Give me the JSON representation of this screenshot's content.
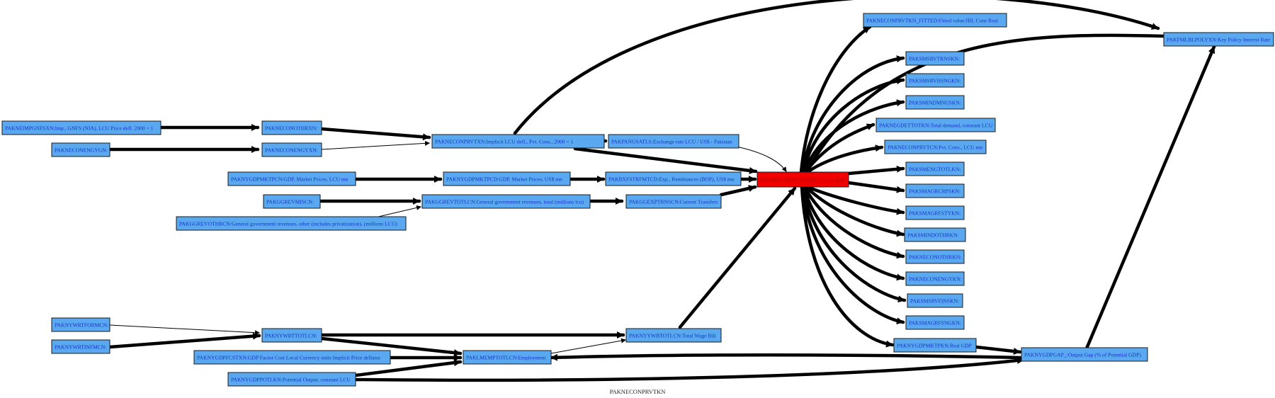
{
  "caption": "PAKNECONPRVTKN",
  "nodes": [
    {
      "id": "n_impgnfs",
      "label": "PAKNEIMPGNFSXN:Imp., GNFS (NIA), LCU Price defl. 2000 = 1"
    },
    {
      "id": "n_conothrxn",
      "label": "PAKNECONOTHRXN:"
    },
    {
      "id": "n_conengygn",
      "label": "PAKNECONENGYGN:"
    },
    {
      "id": "n_conengyxn",
      "label": "PAKNECONENGYXN:"
    },
    {
      "id": "n_conprvtxn",
      "label": "PAKNECONPRVTXN:Implicit LCU defl., Pvt. Cons., 2000 = 1"
    },
    {
      "id": "n_panusatls",
      "label": "PAKPANUSATLS:Exchange rate LCU / US$ - Pakistan"
    },
    {
      "id": "n_center",
      "label": "PAKNECONPRVTKN:Priv. Cons Real",
      "center": true
    },
    {
      "id": "n_gdpmktpcn",
      "label": "PAKNYGDPMKTPCN:GDP, Market Prices, LCU mn"
    },
    {
      "id": "n_gdpmktpcd",
      "label": "PAKNYGDPMKTPCD:GDP, Market Prices, US$ mn"
    },
    {
      "id": "n_bxfstr",
      "label": "PAKBXFSTRFMTCD:Exp., Remittances (BOP), US$ mn"
    },
    {
      "id": "n_ggrevmiscn",
      "label": "PAKGGREVMISCN:"
    },
    {
      "id": "n_ggrevtotlcn",
      "label": "PAKGGREVTOTLCN:General government revenues, total (millions lcu)"
    },
    {
      "id": "n_ggexptrn",
      "label": "PAKGGEXPTRNSCN:Current Transfers"
    },
    {
      "id": "n_ggrevothr",
      "label": "PAKGGREVOTHRCN:General government revenues, other (includes privatization), (millions LCU)"
    },
    {
      "id": "n_wrtform",
      "label": "PAKNYWRTFORMCN:"
    },
    {
      "id": "n_wrtinfm",
      "label": "PAKNYWRTINFMCN:"
    },
    {
      "id": "n_wrttotl",
      "label": "PAKNYWRTTOTLCN:"
    },
    {
      "id": "n_gdpfcst",
      "label": "PAKNYGDPFCSTXN:GDP Factor Cost Local Currency units Implicit Price deflator"
    },
    {
      "id": "n_gdppotl",
      "label": "PAKNYGDPPOTLKN:Potential Output, constant LCU"
    },
    {
      "id": "n_lmemp",
      "label": "PAKLMEMPTOTLCN:Employment"
    },
    {
      "id": "n_ywbtotl",
      "label": "PAKNYYWBTOTLCN:Total Wage Bill"
    },
    {
      "id": "n_fitted",
      "label": "PAKNECONPRVTKN_FITTED:Fitted  value:IBL Cons Real"
    },
    {
      "id": "n_fmlblpolyxn",
      "label": "PAKFMLBLPOLYXN:Key Policy Interest Rate"
    },
    {
      "id": "n_smsrvtrn",
      "label": "PAKSMSRVTRNSKN:"
    },
    {
      "id": "n_smsrvhsng",
      "label": "PAKSMSRVHSNGKN:"
    },
    {
      "id": "n_smindmnu",
      "label": "PAKSMINDMNUSKN:"
    },
    {
      "id": "n_negdettot",
      "label": "PAKNEGDETTOTKN:Total demand, constant LCU"
    },
    {
      "id": "n_conprvtcn",
      "label": "PAKNECONPRVTCN:Pvt. Cons., LCU mn"
    },
    {
      "id": "n_smengtotl",
      "label": "PAKSMENGTOTLKN:"
    },
    {
      "id": "n_smagrcrps",
      "label": "PAKSMAGRCRPSKN:"
    },
    {
      "id": "n_smagrfsty",
      "label": "PAKSMAGRFSTYKN:"
    },
    {
      "id": "n_smindothr",
      "label": "PAKSMINDOTHRKN:"
    },
    {
      "id": "n_conothrkn",
      "label": "PAKNECONOTHRKN:"
    },
    {
      "id": "n_conengykn",
      "label": "PAKNECONENGYKN:"
    },
    {
      "id": "n_smsrvfin",
      "label": "PAKSMSRVFINSKN:"
    },
    {
      "id": "n_smagrfsng",
      "label": "PAKSMAGRFSNGKN:"
    },
    {
      "id": "n_gdpmktpkn",
      "label": "PAKNYGDPMKTPKN:Real GDP"
    },
    {
      "id": "n_gdpgap",
      "label": "PAKNYGDPGAP_:Output Gap (% of Potential GDP)"
    }
  ]
}
